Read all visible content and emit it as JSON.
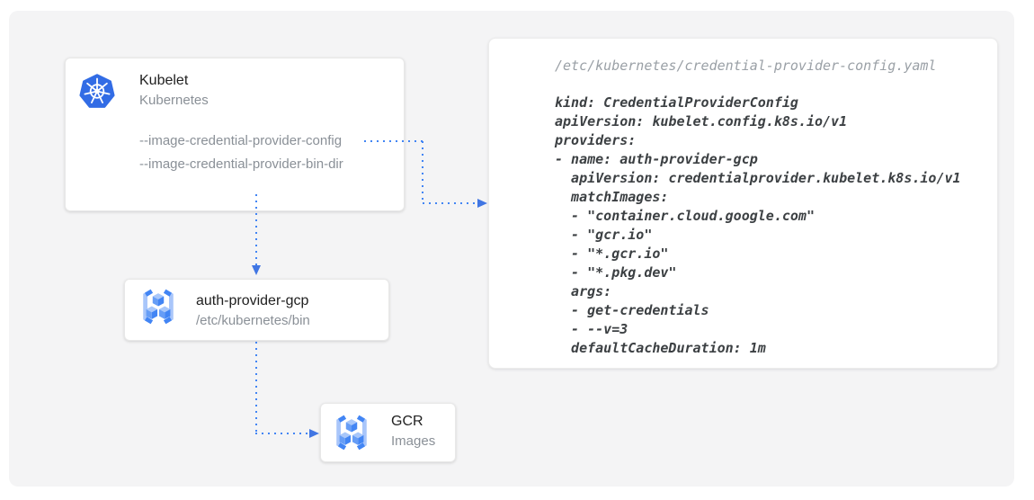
{
  "diagram": {
    "colors": {
      "accent_blue": "#4285f4",
      "kubernetes_blue": "#326ce5",
      "background_gray": "#f4f4f5"
    },
    "nodes": {
      "kubelet": {
        "title": "Kubelet",
        "subtitle": "Kubernetes",
        "icon": "kubernetes-logo-icon",
        "flags": [
          "--image-credential-provider-config",
          "--image-credential-provider-bin-dir"
        ]
      },
      "auth_provider": {
        "title": "auth-provider-gcp",
        "subtitle": "/etc/kubernetes/bin",
        "icon": "gcr-icon"
      },
      "gcr": {
        "title": "GCR",
        "subtitle": "Images",
        "icon": "gcr-icon"
      }
    },
    "code_panel": {
      "filename": "/etc/kubernetes/credential-provider-config.yaml",
      "code": "kind: CredentialProviderConfig\napiVersion: kubelet.config.k8s.io/v1\nproviders:\n- name: auth-provider-gcp\n  apiVersion: credentialprovider.kubelet.k8s.io/v1\n  matchImages:\n  - \"container.cloud.google.com\"\n  - \"gcr.io\"\n  - \"*.gcr.io\"\n  - \"*.pkg.dev\"\n  args:\n  - get-credentials\n  - --v=3\n  defaultCacheDuration: 1m"
    }
  }
}
